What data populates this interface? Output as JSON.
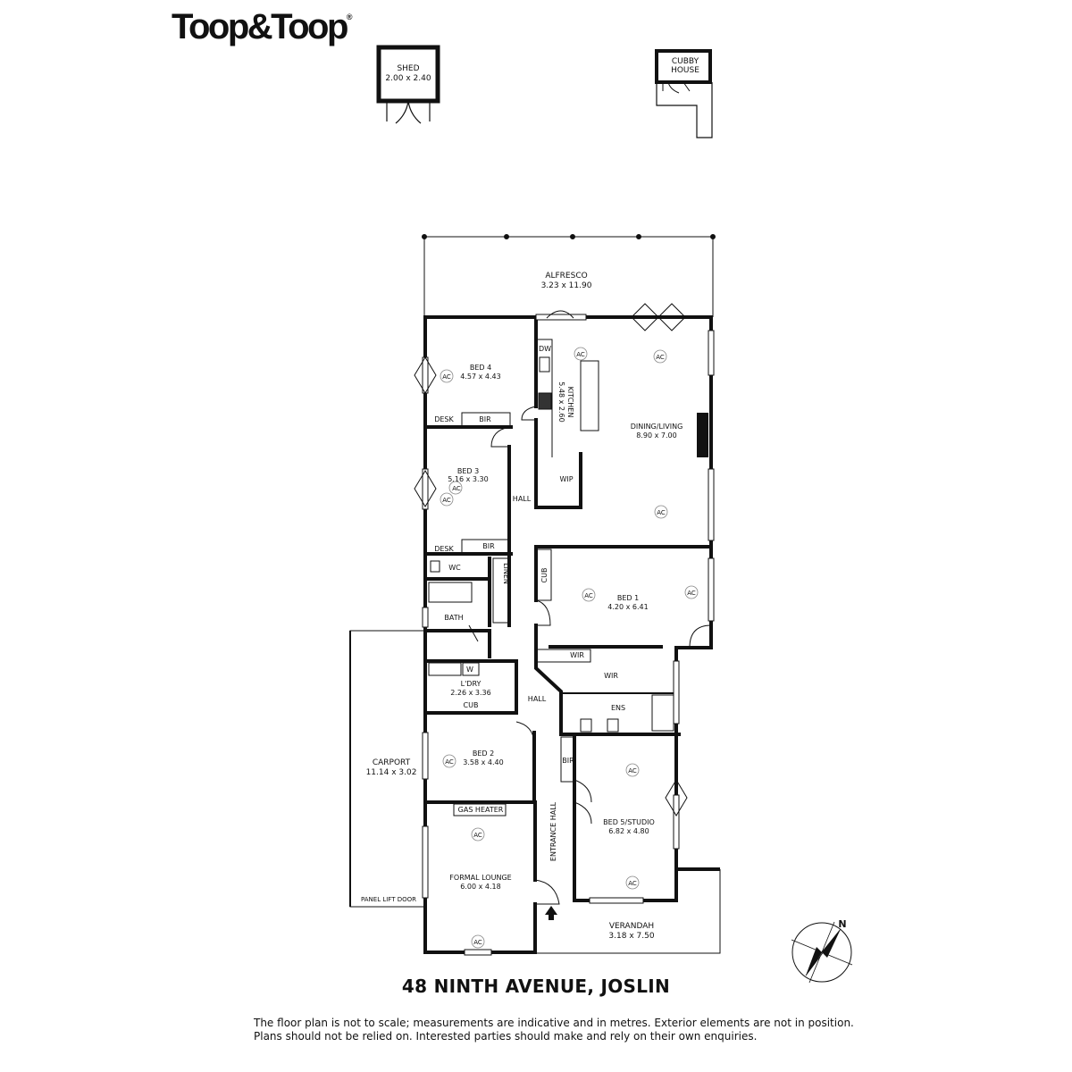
{
  "brand": "Toop&Toop",
  "brand_mark": "®",
  "address": "48 NINTH AVENUE, JOSLIN",
  "disclaimer": [
    "The floor plan is not to scale; measurements are indicative and in metres. Exterior elements are not in position.",
    "Plans should not be relied on. Interested parties should make and rely on their own enquiries."
  ],
  "compass_label": "N",
  "rooms": {
    "shed": {
      "name": "SHED",
      "dims": "2.00 x 2.40"
    },
    "cubby": {
      "name": "CUBBY",
      "name2": "HOUSE"
    },
    "alfresco": {
      "name": "ALFRESCO",
      "dims": "3.23 x 11.90"
    },
    "bed4": {
      "name": "BED 4",
      "dims": "4.57 x 4.43"
    },
    "bed3": {
      "name": "BED 3",
      "dims": "5.16 x 3.30"
    },
    "kitchen": {
      "name": "KITCHEN",
      "dims": "5.48 x 2.60"
    },
    "dining": {
      "name": "DINING/LIVING",
      "dims": "8.90 x 7.00"
    },
    "bed1": {
      "name": "BED 1",
      "dims": "4.20 x 6.41"
    },
    "laundry": {
      "name": "L'DRY",
      "dims": "2.26 x 3.36"
    },
    "bed2": {
      "name": "BED 2",
      "dims": "3.58 x 4.40"
    },
    "carport": {
      "name": "CARPORT",
      "dims": "11.14 x 3.02"
    },
    "bed5": {
      "name": "BED 5/STUDIO",
      "dims": "6.82 x 4.80"
    },
    "lounge": {
      "name": "FORMAL LOUNGE",
      "dims": "6.00 x 4.18"
    },
    "verandah": {
      "name": "VERANDAH",
      "dims": "3.18 x 7.50"
    }
  },
  "labels": {
    "desk": "DESK",
    "bir": "BIR",
    "hall": "HALL",
    "wc": "WC",
    "linen": "LINEN",
    "bath": "BATH",
    "w": "W",
    "cub": "CUB",
    "wir": "WIR",
    "ens": "ENS",
    "wip": "WIP",
    "dw": "DW",
    "ac": "AC",
    "gas_heater": "GAS HEATER",
    "entrance_hall": "ENTRANCE HALL",
    "panel_lift_door": "PANEL LIFT DOOR"
  }
}
